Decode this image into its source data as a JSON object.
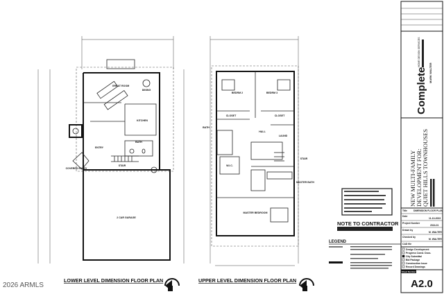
{
  "watermark": "2026 ARMLS",
  "lower_plan": {
    "title": "LOWER LEVEL DIMENSION FLOOR PLAN",
    "rooms": [
      "GREAT ROOM",
      "DINING",
      "KITCHEN",
      "BATH",
      "ENTRY",
      "COVERED ENTRY",
      "STAIR",
      "2 CAR GARAGE"
    ]
  },
  "upper_plan": {
    "title": "UPPER LEVEL DIMENSION FLOOR PLAN",
    "rooms": [
      "BEDRM 2",
      "BEDRM 3",
      "CLOSET",
      "CLOSET",
      "HALL",
      "LAUND",
      "BATH",
      "STAIR",
      "MASTER BATH",
      "MASTER BEDROOM",
      "W.I.C."
    ]
  },
  "notes": {
    "contractor_title": "NOTE TO CONTRACTOR",
    "legend_title": "LEGEND"
  },
  "title_block": {
    "company": "Complete",
    "company_sub": "HOME DESIGN SERVICES",
    "designer": "MARK WALTER",
    "project_lines": [
      "NEW MULTI-FAMILY",
      "DEVELOPMENT FOR:",
      "QUIET HILLS TOWNHOUSES"
    ],
    "sheet_title": "DIMENSION FLOOR PLAN",
    "date": "11-10-2023",
    "project_number": "2024-01",
    "drawn_by": "M. WALTER",
    "checked_by": "M. WALTER",
    "fields": [
      "Title",
      "Date",
      "Project Number",
      "Drawn by",
      "Checked by",
      "CAD file"
    ],
    "phases": [
      {
        "label": "Design Development",
        "checked": false
      },
      {
        "label": "Progress Const. Docs.",
        "checked": false
      },
      {
        "label": "City Submittal",
        "checked": true
      },
      {
        "label": "Bid Package",
        "checked": false
      },
      {
        "label": "Construction Issue",
        "checked": false
      },
      {
        "label": "Record Drawings",
        "checked": false
      }
    ],
    "sheet_label": "Sheet Number",
    "sheet_number": "A2.0"
  }
}
